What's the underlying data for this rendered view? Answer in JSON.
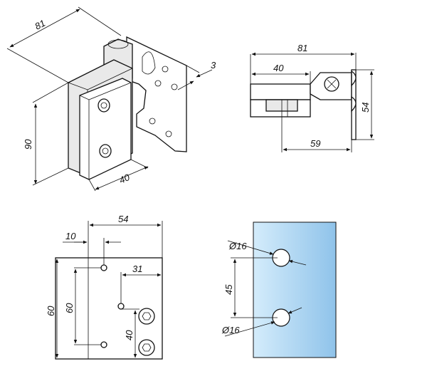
{
  "colors": {
    "line": "#111111",
    "glass_light": "#d4ecfb",
    "glass_dark": "#8fc3ea",
    "metal_shade": "#e9e9e9"
  },
  "views": {
    "isometric": {
      "width": "81",
      "thickness": "3",
      "height": "90",
      "plate_width": "40"
    },
    "side": {
      "overall_width": "81",
      "clamp_depth": "40",
      "offset": "59",
      "height": "54"
    },
    "front": {
      "overall_width": "54",
      "hole_offset": "10",
      "hole_spacing": "31",
      "height": "60",
      "inner_height": "60",
      "bottom_spacing": "40"
    },
    "glass": {
      "hole_top_label": "Ø16",
      "hole_spacing": "45",
      "hole_bottom_label": "Ø16"
    }
  }
}
